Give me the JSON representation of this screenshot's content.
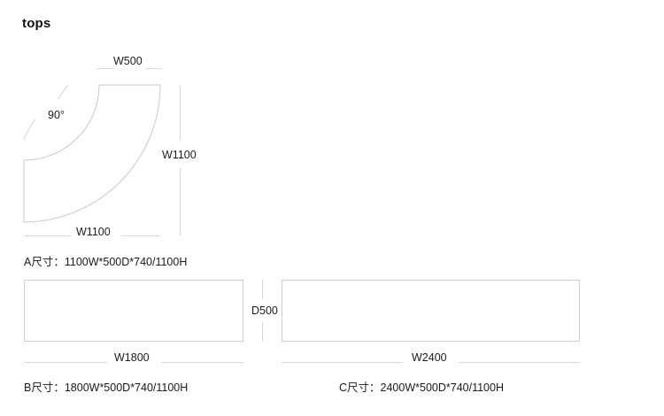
{
  "page": {
    "title": "tops"
  },
  "shape_a": {
    "name": "corner-top",
    "angle_label": "90°",
    "dim_top": "W500",
    "dim_right": "W1100",
    "dim_bottom": "W1100",
    "caption": "A尺寸：1100W*500D*740/1100H"
  },
  "shape_b": {
    "name": "rectangular-top-1800",
    "dim_bottom": "W1800",
    "dim_right": "D500",
    "caption": "B尺寸：1800W*500D*740/1100H"
  },
  "shape_c": {
    "name": "rectangular-top-2400",
    "dim_bottom": "W2400",
    "caption": "C尺寸：2400W*500D*740/1100H"
  },
  "colors": {
    "outline": "#c9c9c9",
    "dimension_line": "#d8d8d8",
    "text": "#1a1a1a"
  }
}
